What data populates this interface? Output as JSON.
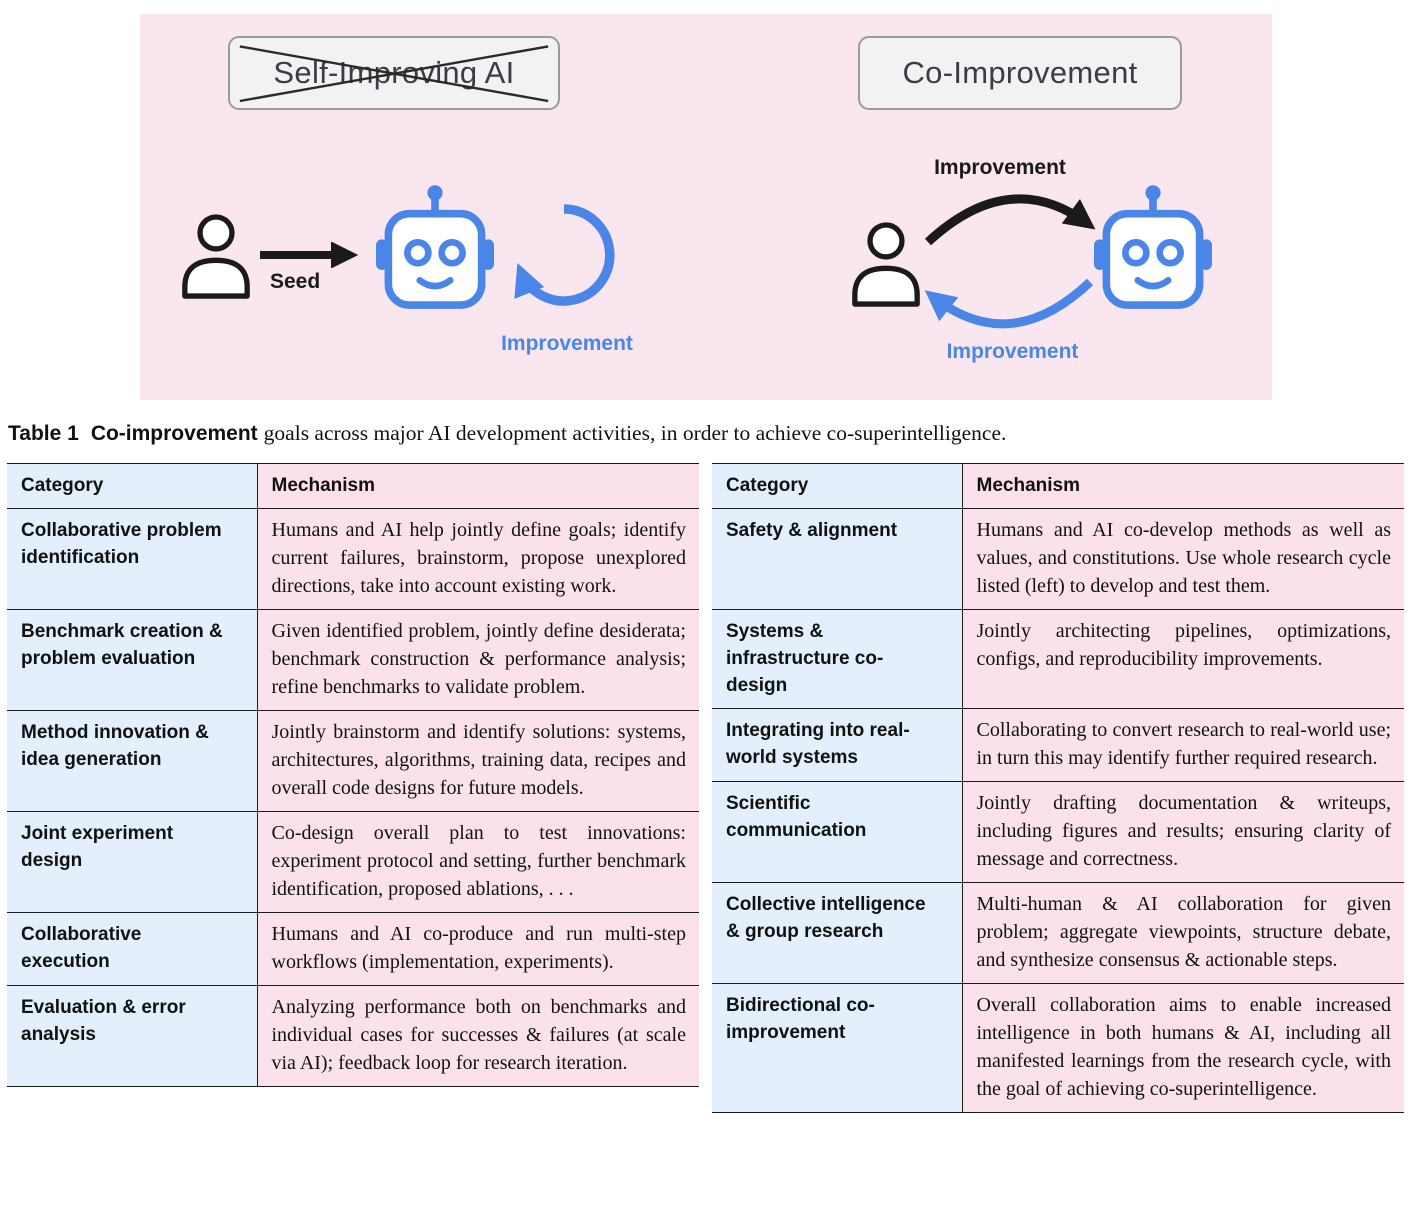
{
  "figure": {
    "left_box_label": "Self-Improving AI",
    "right_box_label": "Co-Improvement",
    "seed_label": "Seed",
    "left_improvement_label": "Improvement",
    "right_improvement_top_label": "Improvement",
    "right_improvement_bottom_label": "Improvement",
    "colors": {
      "accent_blue": "#4a86e8",
      "panel_pink": "#f9e6ee",
      "category_bg": "#e3effa",
      "mechanism_bg": "#fbe2ea"
    }
  },
  "caption": {
    "table_label": "Table 1",
    "bold_term": "Co-improvement",
    "text": "goals across major AI development activities, in order to achieve co-superintelligence."
  },
  "table": {
    "headers": {
      "category": "Category",
      "mechanism": "Mechanism"
    },
    "left_rows": [
      {
        "category": "Collaborative problem identification",
        "mechanism": "Humans and AI help jointly define goals; identify current failures, brainstorm, propose unexplored directions, take into account existing work."
      },
      {
        "category": "Benchmark creation & problem evaluation",
        "mechanism": "Given identified problem, jointly define desiderata; benchmark construction & performance analysis; refine benchmarks to validate problem."
      },
      {
        "category": "Method innovation & idea generation",
        "mechanism": "Jointly brainstorm and identify solutions: systems, architectures, algorithms, training data, recipes and overall code designs for future models."
      },
      {
        "category": "Joint experiment design",
        "mechanism": "Co-design overall plan to test innovations: experiment protocol and setting, further benchmark identification, proposed ablations, . . ."
      },
      {
        "category": "Collaborative execution",
        "mechanism": "Humans and AI co-produce and run multi-step workflows (implementation, experiments)."
      },
      {
        "category": "Evaluation & error analysis",
        "mechanism": "Analyzing performance both on benchmarks and individual cases for successes & failures (at scale via AI); feedback loop for research iteration."
      }
    ],
    "right_rows": [
      {
        "category": "Safety & alignment",
        "mechanism": "Humans and AI co-develop methods as well as values, and constitutions. Use whole research cycle listed (left) to develop and test them."
      },
      {
        "category": "Systems & infrastructure co-design",
        "mechanism": "Jointly architecting pipelines, optimizations, configs, and reproducibility improvements."
      },
      {
        "category": "Integrating into real-world systems",
        "mechanism": "Collaborating to convert research to real-world use; in turn this may identify further required research."
      },
      {
        "category": "Scientific communication",
        "mechanism": "Jointly drafting documentation & writeups, including figures and results; ensuring clarity of message and correctness."
      },
      {
        "category": "Collective intelligence & group research",
        "mechanism": "Multi-human & AI collaboration for given problem; aggregate viewpoints, structure debate, and synthesize consensus & actionable steps."
      },
      {
        "category": "Bidirectional co-improvement",
        "mechanism": "Overall collaboration aims to enable increased intelligence in both humans & AI, including all manifested learnings from the research cycle, with the goal of achieving co-superintelligence."
      }
    ]
  }
}
